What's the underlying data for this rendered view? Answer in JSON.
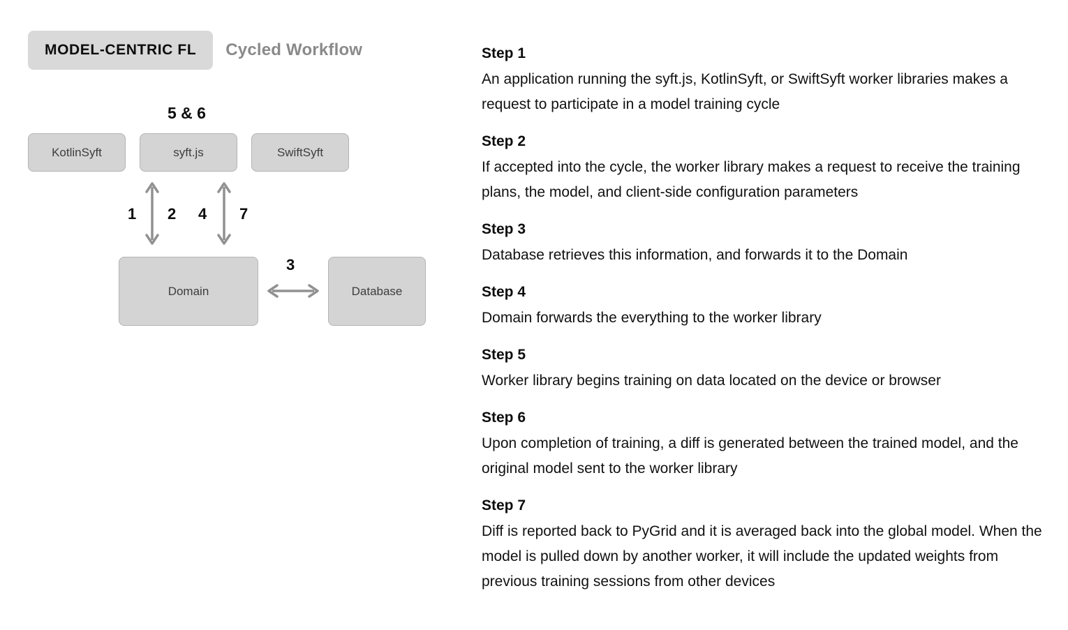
{
  "header": {
    "badge_label": "MODEL-CENTRIC FL",
    "subtitle": "Cycled Workflow",
    "badge_bg": "#d9d9d9",
    "subtitle_color": "#8a8a8a"
  },
  "diagram": {
    "node_fill": "#d4d4d4",
    "node_border": "#b4b4b4",
    "arrow_color": "#919191",
    "nodes": [
      {
        "id": "kotlinsyft",
        "label": "KotlinSyft"
      },
      {
        "id": "syftjs",
        "label": "syft.js"
      },
      {
        "id": "swiftsyft",
        "label": "SwiftSyft"
      },
      {
        "id": "domain",
        "label": "Domain"
      },
      {
        "id": "database",
        "label": "Database"
      }
    ],
    "edge_labels": [
      {
        "id": "5and6",
        "text": "5 & 6"
      },
      {
        "id": "1",
        "text": "1"
      },
      {
        "id": "2",
        "text": "2"
      },
      {
        "id": "4",
        "text": "4"
      },
      {
        "id": "7",
        "text": "7"
      },
      {
        "id": "3",
        "text": "3"
      }
    ]
  },
  "steps": [
    {
      "heading": "Step 1",
      "body": "An application running the syft.js, KotlinSyft, or SwiftSyft worker libraries makes a request to participate in a model training cycle"
    },
    {
      "heading": "Step 2",
      "body": "If accepted into the cycle, the worker library makes a request to receive the training plans, the model, and client-side configuration parameters"
    },
    {
      "heading": "Step 3",
      "body": "Database retrieves this information, and forwards it to the Domain"
    },
    {
      "heading": "Step 4",
      "body": "Domain forwards the everything to the worker library"
    },
    {
      "heading": "Step 5",
      "body": "Worker library begins training on data located on the device or browser"
    },
    {
      "heading": "Step 6",
      "body": "Upon completion of training, a diff is generated between the trained model, and the original model sent to the worker library"
    },
    {
      "heading": "Step 7",
      "body": "Diff is reported back to PyGrid and it is averaged back into the global model. When the model is pulled down by another worker, it will include the updated weights from previous training sessions from other devices"
    }
  ]
}
